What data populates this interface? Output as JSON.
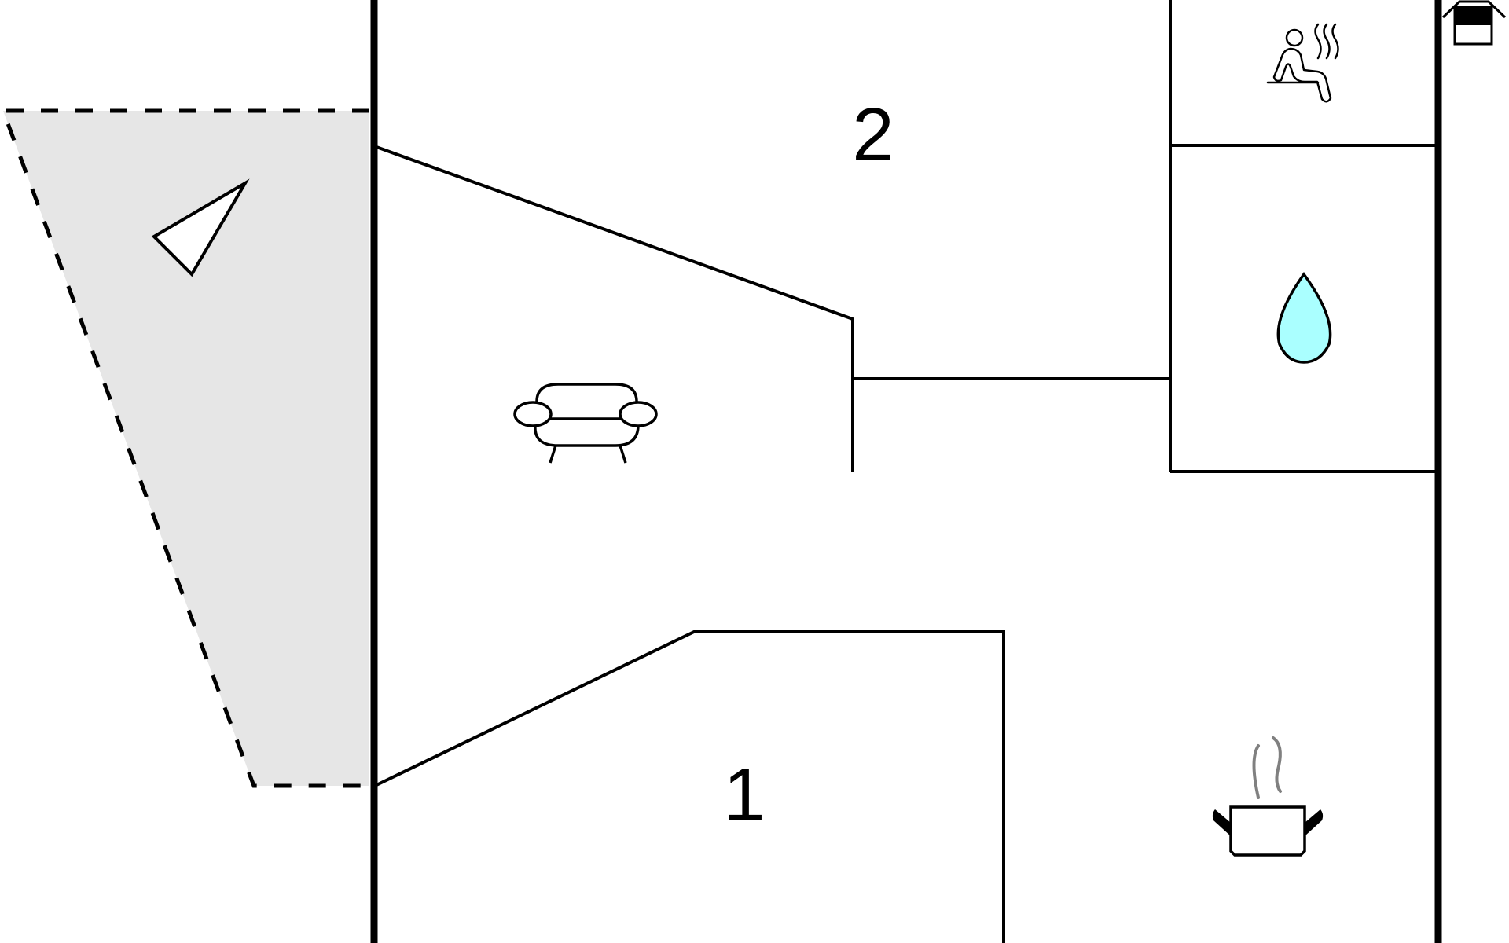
{
  "plan": {
    "rooms": [
      {
        "id": "room-1",
        "label": "1"
      },
      {
        "id": "room-2",
        "label": "2"
      }
    ],
    "icons": [
      {
        "name": "sofa-icon",
        "meaning": "living-room"
      },
      {
        "name": "sauna-icon",
        "meaning": "sauna"
      },
      {
        "name": "water-drop-icon",
        "meaning": "bathroom"
      },
      {
        "name": "cooking-pot-icon",
        "meaning": "kitchen"
      },
      {
        "name": "fireplace-icon",
        "meaning": "fireplace"
      },
      {
        "name": "compass-arrow-icon",
        "meaning": "terrace-direction"
      }
    ],
    "colors": {
      "walls": "#000000",
      "terrace_fill": "#e6e6e6",
      "water": "#aaffff",
      "steam": "#808080",
      "background": "#ffffff"
    }
  }
}
